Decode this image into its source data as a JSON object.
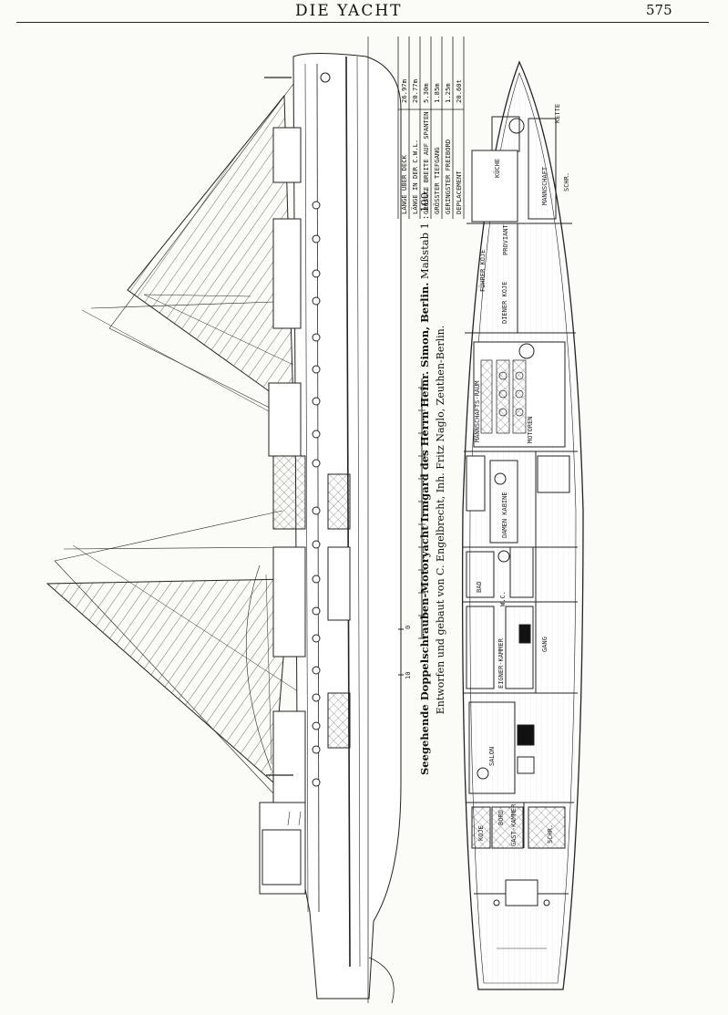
{
  "header": {
    "title": "DIE YACHT",
    "page_number": "575"
  },
  "caption": {
    "bold": "Seegehende Doppelschrauben-Motoryacht Irmgard des Herrn Heinr. Simon, Berlin.",
    "scale": "Maßstab 1 : 100.",
    "credit": "Entworfen und gebaut von C. Engelbrecht, Inh. Fritz Naglo, Zeuthen-Berlin."
  },
  "specs": [
    {
      "label": "LÄNGE ÜBER DECK",
      "value": "26.97m"
    },
    {
      "label": "LÄNGE IN DER C.W.L.",
      "value": "20.77m"
    },
    {
      "label": "GRÖSSTE BREITE AUF SPANTEN",
      "value": "5.30m"
    },
    {
      "label": "GRÖSSTER TIEFGANG",
      "value": "1.85m"
    },
    {
      "label": "GERINGSTER FREIBORD",
      "value": "1.25m"
    },
    {
      "label": "DEPLACEMENT",
      "value": "20.60t"
    }
  ],
  "room_labels": {
    "kette": "KETTE",
    "kuche": "KÜCHE",
    "mannschaft": "MANNSCHAFT",
    "schrank1": "SCHR.",
    "proviant": "PROVIANT",
    "fuhrer_koje": "FÜHRER KOJE",
    "diener_koje": "DIENER KOJE",
    "mannschafts_raum": "MANNSCHAFTS-RAUM",
    "motoren": "MOTOREN",
    "damen_kabine": "DAMEN KABINE",
    "bad": "BAD",
    "wc": "W.C.",
    "eignerkammer": "EIGNER-KAMMER",
    "gang": "GANG",
    "salon": "SALON",
    "gast_kammer": "GAST-KAMMER",
    "bord": "BORD",
    "koje": "KOJE",
    "schrank2": "SCHR."
  },
  "scale_bar_labels": [
    "10",
    "0"
  ]
}
